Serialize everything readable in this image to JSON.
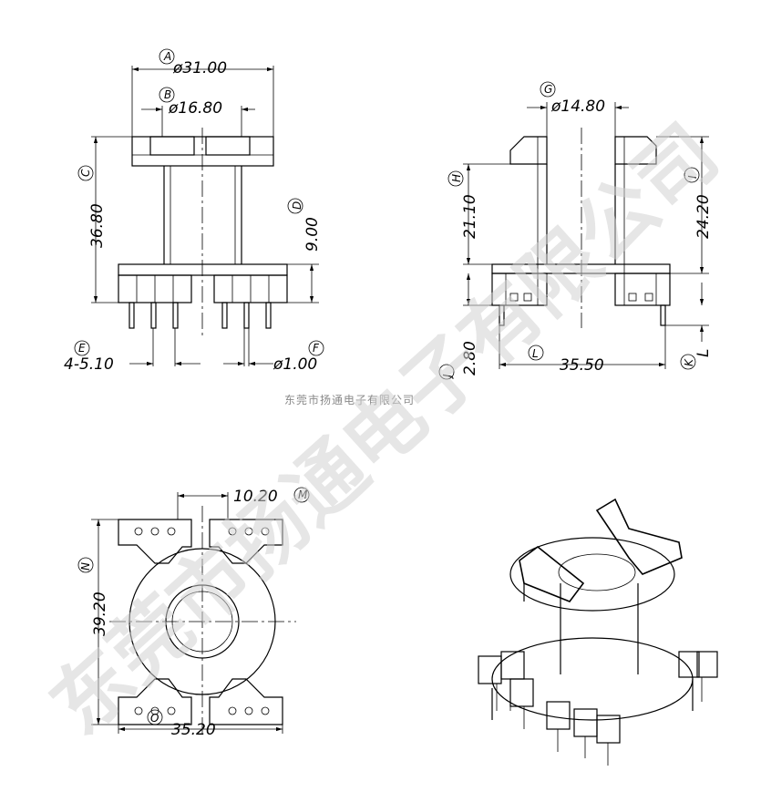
{
  "watermark": {
    "text": "东莞市扬通电子有限公司"
  },
  "caption": "东莞市扬通电子有限公司",
  "dimensions": {
    "A": {
      "letter": "A",
      "value": "ø31.00"
    },
    "B": {
      "letter": "B",
      "value": "ø16.80"
    },
    "C": {
      "letter": "C",
      "value": "36.80"
    },
    "D": {
      "letter": "D",
      "value": "9.00"
    },
    "E": {
      "letter": "E",
      "value": "4-5.10"
    },
    "F": {
      "letter": "F",
      "value": "ø1.00"
    },
    "G": {
      "letter": "G",
      "value": "ø14.80"
    },
    "H": {
      "letter": "H",
      "value": "21.10"
    },
    "I": {
      "letter": "I",
      "value": "24.20"
    },
    "J": {
      "letter": "J",
      "value": "2.80"
    },
    "K": {
      "letter": "K",
      "value": "L"
    },
    "L": {
      "letter": "L",
      "value": "35.50"
    },
    "M": {
      "letter": "M",
      "value": "10.20"
    },
    "N": {
      "letter": "N",
      "value": "39.20"
    },
    "O": {
      "letter": "O",
      "value": "35.20"
    }
  }
}
